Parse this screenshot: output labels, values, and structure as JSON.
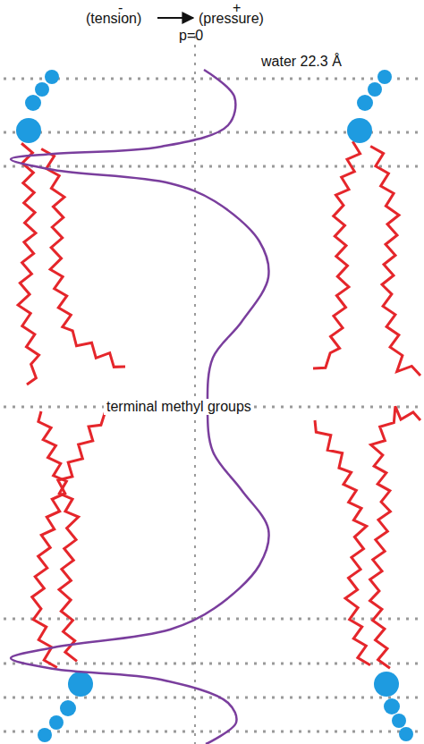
{
  "diagram": {
    "labels": [
      "-",
      "(tension)",
      "+",
      "(pressure)",
      "p=0",
      "water 22.3 Å",
      "terminal methyl groups"
    ]
  }
}
